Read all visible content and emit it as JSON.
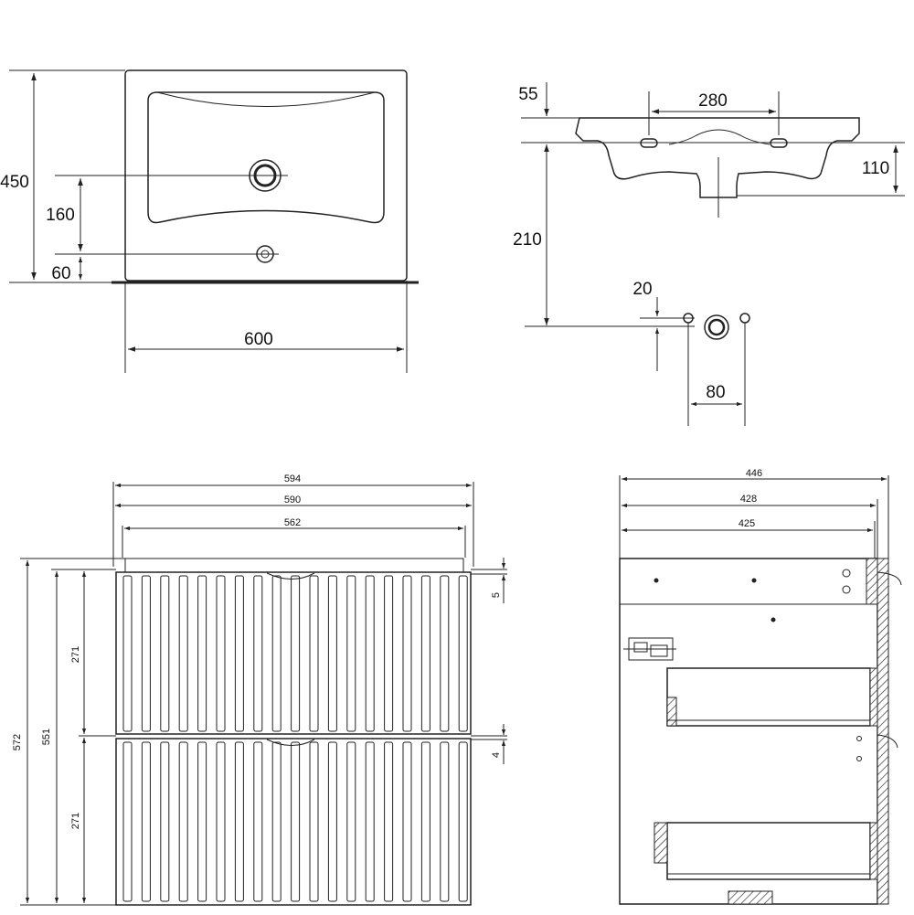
{
  "basin_top": {
    "width": "600",
    "depth": "450",
    "hole_offset_1": "160",
    "hole_offset_2": "60"
  },
  "basin_side": {
    "rim_height": "55",
    "tap_spacing": "280",
    "bowl_depth": "110",
    "drain_height": "210",
    "hole_offset": "20",
    "hole_spacing": "80"
  },
  "cabinet_front": {
    "overall_width": "594",
    "body_width": "590",
    "inner_width": "562",
    "total_height": "572",
    "body_height": "551",
    "drawer_height_top": "271",
    "drawer_height_bottom": "271",
    "gap_top": "5",
    "gap_middle": "4"
  },
  "cabinet_side": {
    "overall_depth": "446",
    "body_depth": "428",
    "inner_depth": "425"
  }
}
